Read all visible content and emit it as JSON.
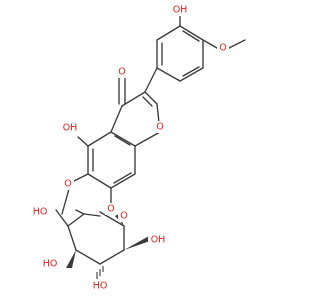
{
  "molecule": {
    "colors": {
      "bond": "#3a3a3a",
      "oxygen": "#e8221b"
    },
    "labels": {
      "hydroxyl_top": "OH",
      "methoxy_ring_b_o": "O",
      "ketone_o": "O",
      "hydroxyl_c5": "OH",
      "chromone_ring_o": "O",
      "methoxy_c6_o": "O",
      "glycosidic_o": "O",
      "ring_o_sugar": "O",
      "hydroxymethyl": "HO",
      "sugar_oh_c4": "HO",
      "sugar_oh_c3": "HO",
      "sugar_oh_c2": "OH"
    }
  }
}
